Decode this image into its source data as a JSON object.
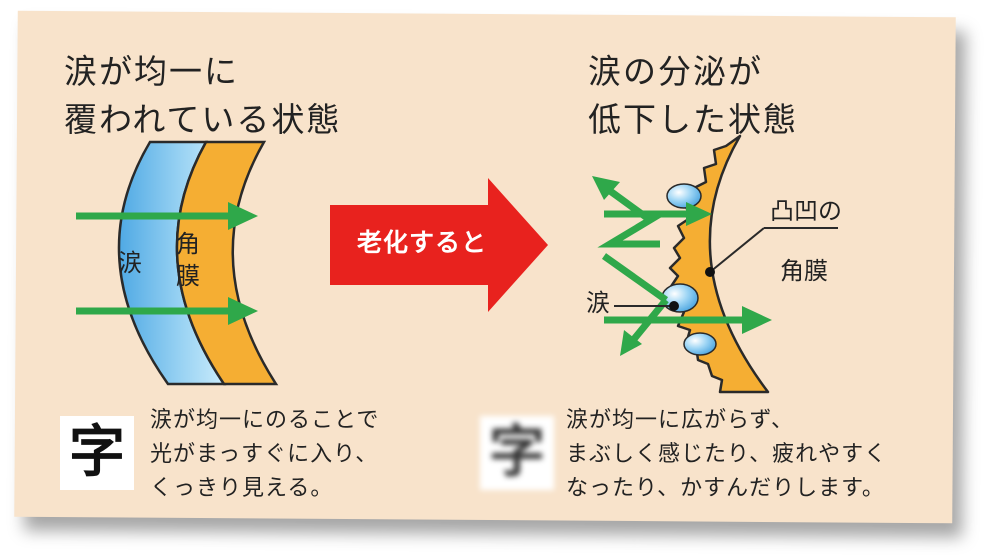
{
  "left": {
    "title_line1": "涙が均一に",
    "title_line2": "覆われている状態",
    "label_tear": "涙",
    "label_cornea": "角膜",
    "symbol": "字",
    "note_line1": "涙が均一にのることで",
    "note_line2": "光がまっすぐに入り、",
    "note_line3": "くっきり見える。"
  },
  "center": {
    "arrow_label": "老化すると"
  },
  "right": {
    "title_line1": "涙の分泌が",
    "title_line2": "低下した状態",
    "label_bumpy": "凸凹の",
    "label_cornea": "角膜",
    "label_tear": "涙",
    "symbol": "字",
    "note_line1": "涙が均一に広がらず、",
    "note_line2": "まぶしく感じたり、疲れやすく",
    "note_line3": "なったり、かすんだりします。"
  },
  "colors": {
    "background": "#f8e3cb",
    "tear": "#7cc4ef",
    "cornea": "#f5ae33",
    "light_arrow": "#2fa84a",
    "aging_arrow": "#e8221e"
  }
}
